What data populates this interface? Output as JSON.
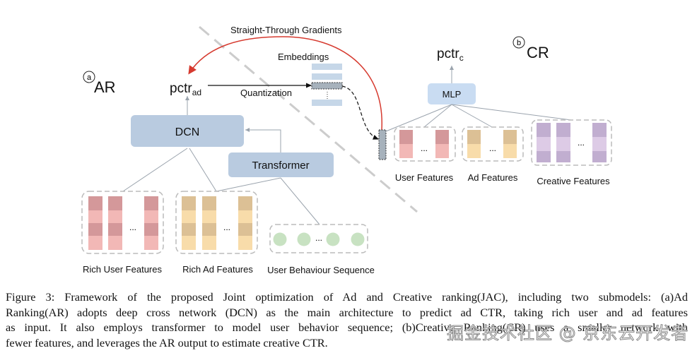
{
  "figure": {
    "submodel_a": {
      "marker": "a",
      "title": "AR"
    },
    "submodel_b": {
      "marker": "b",
      "title": "CR"
    },
    "pctr_ad": {
      "base": "pctr",
      "sub": "ad"
    },
    "pctr_c": {
      "base": "pctr",
      "sub": "c"
    },
    "dcn_label": "DCN",
    "transformer_label": "Transformer",
    "mlp_label": "MLP",
    "embeddings_label": "Embeddings",
    "quantization_label": "Quantization",
    "gradients_label": "Straight-Through Gradients",
    "ellipsis": "...",
    "ar_inputs": {
      "rich_user": "Rich User Features",
      "rich_ad": "Rich Ad Features",
      "behaviour": "User Behaviour Sequence"
    },
    "cr_inputs": {
      "user": "User Features",
      "ad": "Ad Features",
      "creative": "Creative Features"
    },
    "colors": {
      "block_blue": "#b9cbe0",
      "mlp_blue": "#c9dcf2",
      "user_dark": "#d4989a",
      "user_light": "#f2b8b6",
      "ad_dark": "#dcc095",
      "ad_light": "#f8dcaa",
      "creative_dark": "#c1aed0",
      "creative_light": "#ddcbe6",
      "behaviour_green": "#c8e2c2",
      "gradient_red": "#d63a2f",
      "divider_gray": "#cccccc",
      "embedding_blue": "#c6d7e8",
      "quant_gray": "#a7b2bc"
    }
  },
  "caption": {
    "lines": [
      "Figure 3: Framework of the proposed Joint optimization of Ad and Creative ranking(JAC), including two submodels: (a)Ad",
      "Ranking(AR) adopts deep cross network (DCN) as the main architecture to predict ad CTR, taking rich user and ad features",
      "as input. It also employs transformer to model user behavior sequence; (b)Creative Ranking(CR) uses a smaller network with",
      "fewer features, and leverages the AR output to estimate creative CTR."
    ]
  },
  "watermark": "掘金技术社区 @ 京东云开发者"
}
